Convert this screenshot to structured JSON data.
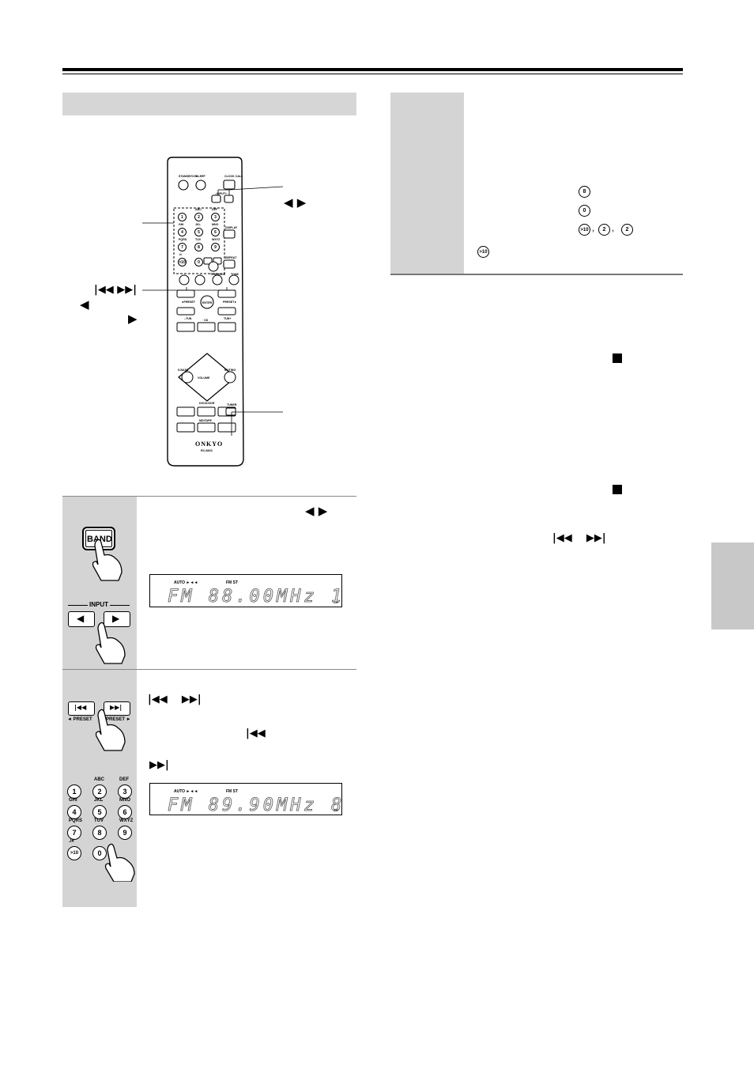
{
  "prev_icon": "skip-previous-icon",
  "next_icon": "skip-next-icon",
  "left_icon": "triangle-left-icon",
  "right_icon": "triangle-right-icon",
  "stop_icon": "stop-square-icon",
  "remote": {
    "brand": "ONKYO",
    "model": "RC-682S",
    "labels": {
      "standby": "STANDBY/ON",
      "sleep": "SLEEP",
      "clock": "CLOCK CALL",
      "input": "–INPUT+",
      "display": "DISPLAY",
      "repeat": "REPEAT",
      "preset_l": "◄PRESET",
      "preset_r": "PRESET►",
      "enter": "ENTER",
      "tun_l": "–TUN",
      "tun_r": "TUN+",
      "cd": "CD",
      "sbass": "S.BASS",
      "muting": "MUTING",
      "volume": "VOLUME",
      "dock": "DOCK/CDR",
      "tuner": "TUNER",
      "md": "MD/TAPE",
      "tone": "TONE",
      "tuned": "TUN/MODE"
    },
    "keys": [
      {
        "num": "1",
        "sub": "",
        "row": 0,
        "col": 0
      },
      {
        "num": "2",
        "sub": "ABC",
        "row": 0,
        "col": 1
      },
      {
        "num": "3",
        "sub": "DEF",
        "row": 0,
        "col": 2
      },
      {
        "num": "4",
        "sub": "GHI",
        "row": 1,
        "col": 0
      },
      {
        "num": "5",
        "sub": "JKL",
        "row": 1,
        "col": 1
      },
      {
        "num": "6",
        "sub": "MNO",
        "row": 1,
        "col": 2
      },
      {
        "num": "7",
        "sub": "PQRS",
        "row": 2,
        "col": 0
      },
      {
        "num": "8",
        "sub": "TUV",
        "row": 2,
        "col": 1
      },
      {
        "num": "9",
        "sub": "WXYZ",
        "row": 2,
        "col": 2
      },
      {
        "num": ">10",
        "sub": "./#",
        "row": 3,
        "col": 0
      },
      {
        "num": "0",
        "sub": "",
        "row": 3,
        "col": 1
      }
    ]
  },
  "step1": {
    "band_label": "BAND",
    "input_label": "INPUT",
    "lcd": {
      "auto": "AUTO ►◄◄",
      "fmst": "FM ST",
      "main": "FM  88.00MHz  1",
      "ch": "CH"
    }
  },
  "step2": {
    "preset_l": "◄ PRESET",
    "preset_r": "PRESET ►",
    "keypad": [
      {
        "num": "1",
        "sub": ""
      },
      {
        "num": "2",
        "sub": "ABC"
      },
      {
        "num": "3",
        "sub": "DEF"
      },
      {
        "num": "4",
        "sub": "GHI"
      },
      {
        "num": "5",
        "sub": "JKL"
      },
      {
        "num": "6",
        "sub": "MNO"
      },
      {
        "num": "7",
        "sub": "PQRS"
      },
      {
        "num": "8",
        "sub": "TUV"
      },
      {
        "num": "9",
        "sub": "WXYZ"
      },
      {
        "num": ">10",
        "sub": "./#"
      },
      {
        "num": "0",
        "sub": ""
      }
    ],
    "lcd": {
      "auto": "AUTO ►◄◄",
      "fmst": "FM ST",
      "main": "FM  89.90MHz  8",
      "ch": "CH"
    }
  },
  "right_box": {
    "btn_8": "8",
    "btn_0": "0",
    "btn_gt10": ">10",
    "btn_2a": "2",
    "btn_2b": "2",
    "btn_gt10b": ">10"
  }
}
